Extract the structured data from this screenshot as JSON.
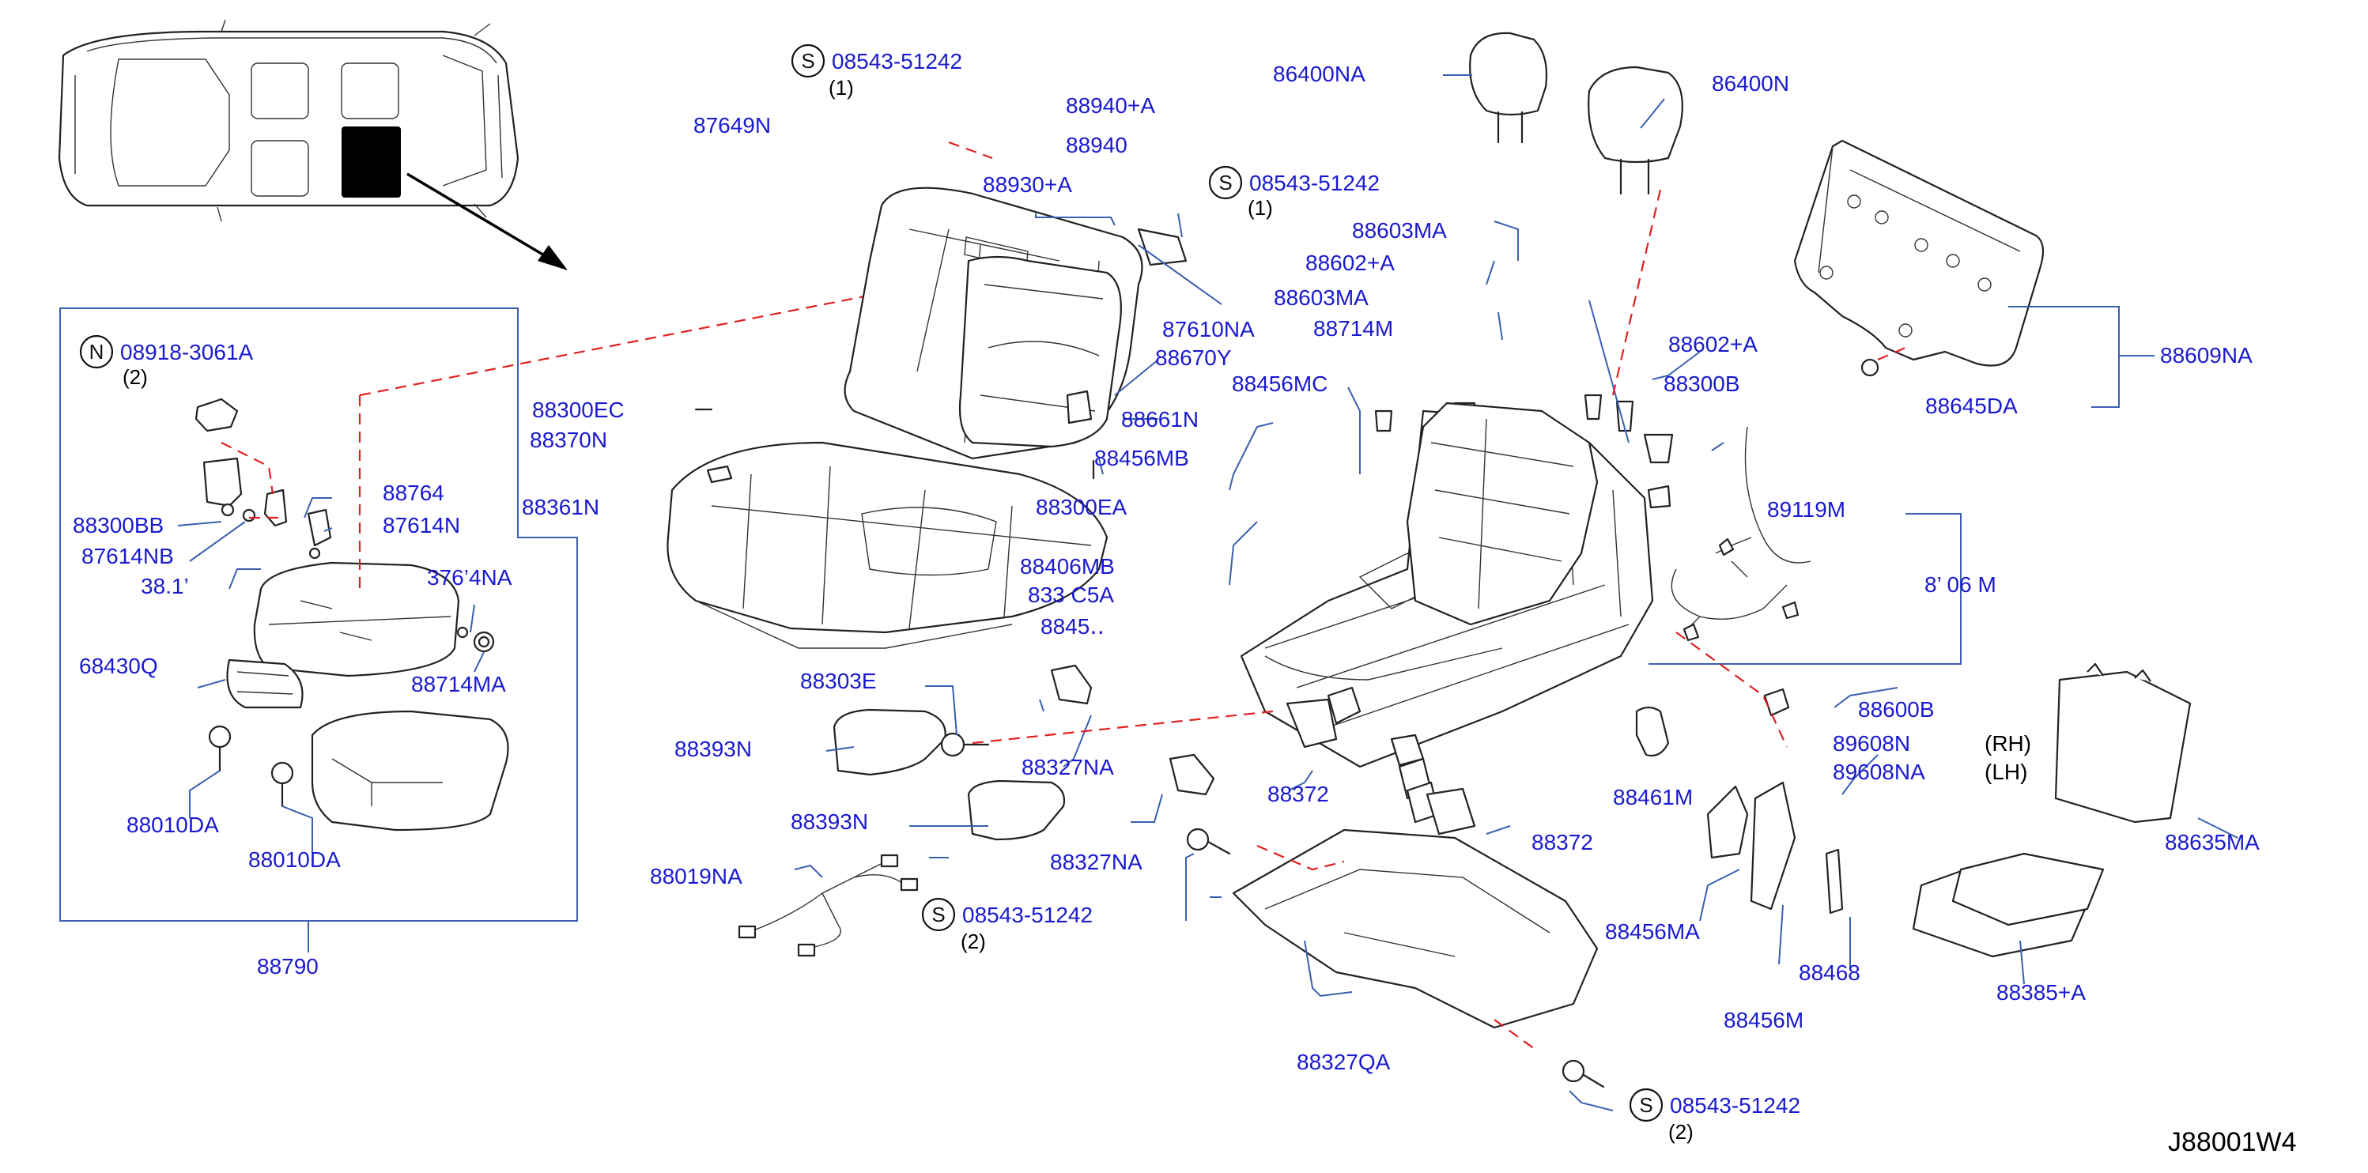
{
  "diagram_code": "J88001W4",
  "side_labels": {
    "rh": "(RH)",
    "lh": "(LH)"
  },
  "callouts": {
    "s_top": {
      "symbol": "S",
      "part": "08543-51242",
      "qty": "(1)"
    },
    "s_mid": {
      "symbol": "S",
      "part": "08543-51242",
      "qty": "(1)"
    },
    "n_box": {
      "symbol": "N",
      "part": "08918-3061A",
      "qty": "(2)"
    },
    "s_lower": {
      "symbol": "S",
      "part": "08543-51242",
      "qty": "(2)"
    },
    "s_bottom": {
      "symbol": "S",
      "part": "08543-51242",
      "qty": "(2)"
    }
  },
  "labels": {
    "p87649N": "87649N",
    "p88940A": "88940+A",
    "p88940": "88940",
    "p88930A": "88930+A",
    "p86400NA": "86400NA",
    "p86400N": "86400N",
    "p88603MA_a": "88603MA",
    "p88602A_a": "88602+A",
    "p88603MA_b": "88603MA",
    "p88714M": "88714M",
    "p88602A_b": "88602+A",
    "p88300B": "88300B",
    "p88609NA": "88609NA",
    "p88645DA": "88645DA",
    "p87610NA": "87610NA",
    "p88670Y": "88670Y",
    "p88661N": "88661N",
    "p88456MC": "88456MC",
    "p88456MB": "88456MB",
    "p88300EC": "88300EC",
    "p88370N": "88370N",
    "p88361N": "88361N",
    "p88300EA": "88300EA",
    "p89119M": "89119M",
    "p8_06_M": "8’ 06 M",
    "p88406MB": "88406MB",
    "p833_C5": "833 C5A",
    "p8845": "8845․․",
    "p88300BB": "88300BB",
    "p87614NB": "87614NB",
    "p88764": "88764",
    "p87614N": "87614N",
    "p88_1": "38.1’",
    "p376_4NA": "376’4NA",
    "p68430Q": "68430Q",
    "p88714MA": "88714MA",
    "p88010DA_a": "88010DA",
    "p88010DA_b": "88010DA",
    "p88790": "88790",
    "p88303E": "88303E",
    "p88393N_a": "88393N",
    "p88327NA_a": "88327NA",
    "p88393N_b": "88393N",
    "p88327NA_b": "88327NA",
    "p88372_a": "88372",
    "p88372_b": "88372",
    "p88019NA": "88019NA",
    "p88600B": "88600B",
    "p89608N": "89608N",
    "p89608NA": "89608NA",
    "p88461M": "88461M",
    "p88635MA": "88635MA",
    "p88456MA": "88456MA",
    "p88468": "88468",
    "p88456M": "88456M",
    "p88385A": "88385+A",
    "p88327QA": "88327QA"
  }
}
